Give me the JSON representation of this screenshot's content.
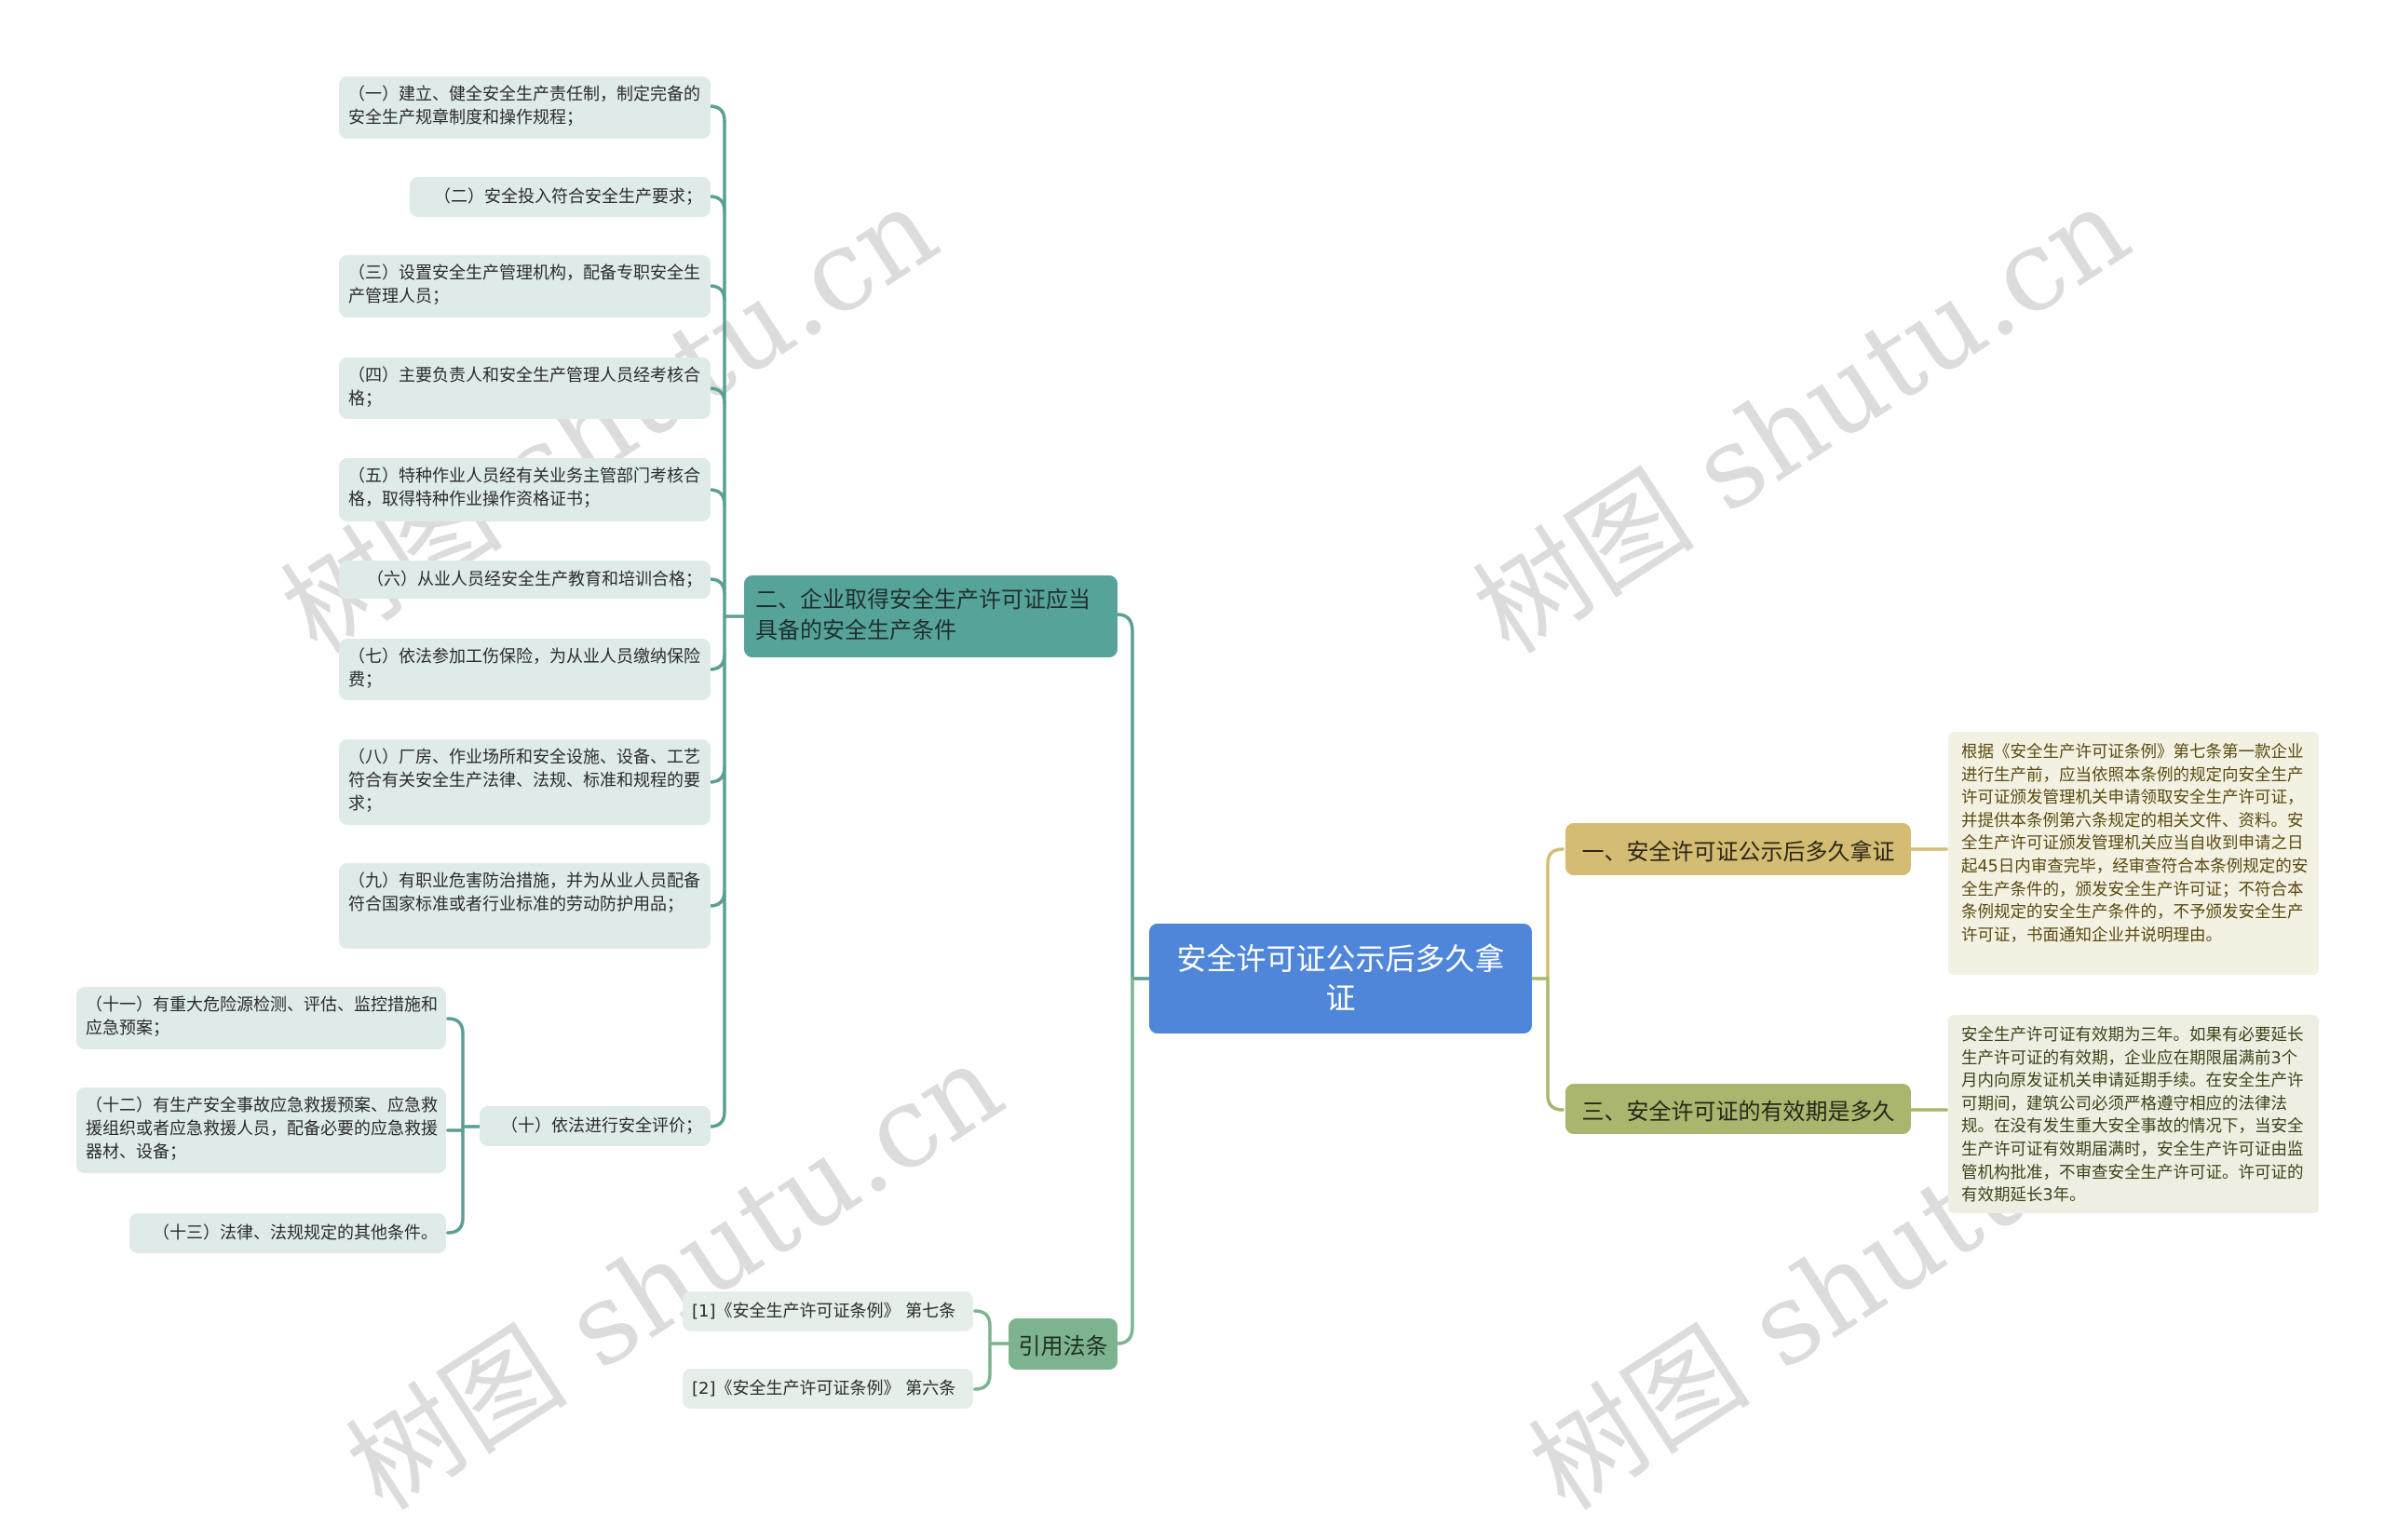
{
  "central": {
    "title": "安全许可证公示后多久拿证"
  },
  "branches": {
    "conditions": {
      "title": "二、企业取得安全生产许可证应当具备的安全生产条件",
      "items": [
        "（一）建立、健全安全生产责任制，制定完备的安全生产规章制度和操作规程；",
        "（二）安全投入符合安全生产要求；",
        "（三）设置安全生产管理机构，配备专职安全生产管理人员；",
        "（四）主要负责人和安全生产管理人员经考核合格；",
        "（五）特种作业人员经有关业务主管部门考核合格，取得特种作业操作资格证书；",
        "（六）从业人员经安全生产教育和培训合格；",
        "（七）依法参加工伤保险，为从业人员缴纳保险费；",
        "（八）厂房、作业场所和安全设施、设备、工艺符合有关安全生产法律、法规、标准和规程的要求；",
        "（九）有职业危害防治措施，并为从业人员配备符合国家标准或者行业标准的劳动防护用品；",
        "（十）依法进行安全评价；"
      ],
      "sub_items_of_ten": [
        "（十一）有重大危险源检测、评估、监控措施和应急预案；",
        "（十二）有生产安全事故应急救援预案、应急救援组织或者应急救援人员，配备必要的应急救援器材、设备；",
        "（十三）法律、法规规定的其他条件。"
      ]
    },
    "citations": {
      "title": "引用法条",
      "items": [
        "[1]《安全生产许可证条例》 第七条",
        "[2]《安全生产许可证条例》 第六条"
      ]
    },
    "how_long": {
      "title": "一、安全许可证公示后多久拿证",
      "detail": "根据《安全生产许可证条例》第七条第一款企业进行生产前，应当依照本条例的规定向安全生产许可证颁发管理机关申请领取安全生产许可证，并提供本条例第六条规定的相关文件、资料。安全生产许可证颁发管理机关应当自收到申请之日起45日内审查完毕，经审查符合本条例规定的安全生产条件的，颁发安全生产许可证；不符合本条例规定的安全生产条件的，不予颁发安全生产许可证，书面通知企业并说明理由。"
    },
    "validity": {
      "title": "三、安全许可证的有效期是多久",
      "detail": "安全生产许可证有效期为三年。如果有必要延长生产许可证的有效期，企业应在期限届满前3个月内向原发证机关申请延期手续。在安全生产许可期间，建筑公司必须严格遵守相应的法律法规。在没有发生重大安全事故的情况下，当安全生产许可证有效期届满时，安全生产许可证由监管机构批准，不审查安全生产许可证。许可证的有效期延长3年。"
    }
  },
  "watermark": {
    "text": "树图 shutu.cn"
  },
  "colors": {
    "central": "#4f86da",
    "branch_conditions": "#56a39a",
    "branch_citations": "#7db38e",
    "branch_how_long": "#d4bd72",
    "branch_validity": "#aab56e",
    "leaf_bg": "#deebe9",
    "line_teal": "#5a9e94",
    "line_green": "#7db38e",
    "line_gold": "#d4bd72",
    "line_olive": "#aab56e"
  }
}
